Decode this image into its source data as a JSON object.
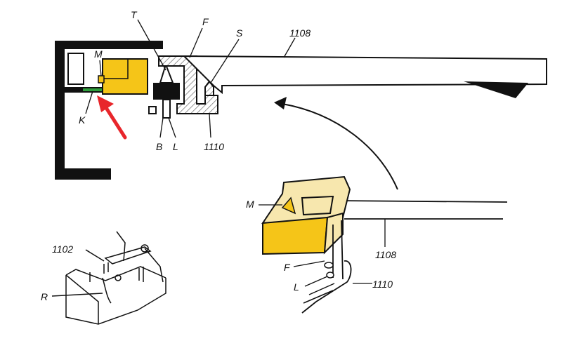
{
  "labels": {
    "T": "T",
    "F_top": "F",
    "S": "S",
    "n1108_top": "1108",
    "M_top": "M",
    "K": "K",
    "B": "B",
    "L_top": "L",
    "n1110_top": "1110",
    "M_right": "M",
    "n1108_right": "1108",
    "F_right": "F",
    "L_right": "L",
    "n1110_right": "1110",
    "n1102": "1102",
    "R": "R"
  },
  "colors": {
    "yellow": "#F5C518",
    "pale_yellow": "#F7E7AE",
    "red_arrow": "#E8262B",
    "green": "#2E9E3C",
    "ink": "#111111",
    "hatch": "#777777"
  }
}
